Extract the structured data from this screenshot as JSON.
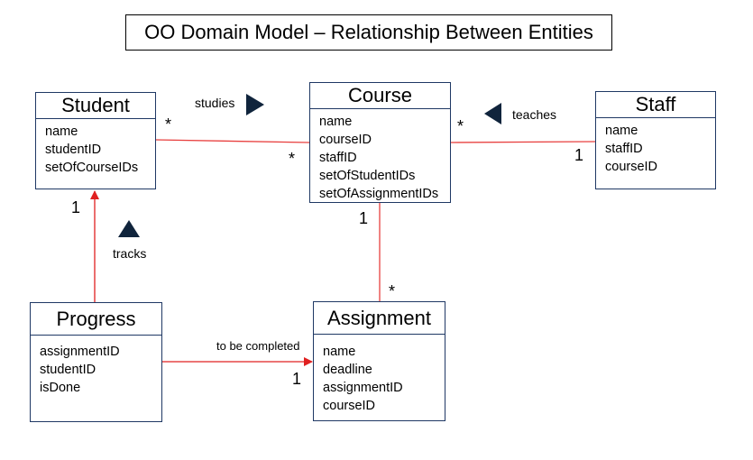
{
  "title": "OO Domain Model – Relationship Between Entities",
  "classes": {
    "student": {
      "name": "Student",
      "attributes": [
        "name",
        "studentID",
        "setOfCourseIDs"
      ]
    },
    "course": {
      "name": "Course",
      "attributes": [
        "name",
        "courseID",
        "staffID",
        "setOfStudentIDs",
        "setOfAssignmentIDs"
      ]
    },
    "staff": {
      "name": "Staff",
      "attributes": [
        "name",
        "staffID",
        "courseID"
      ]
    },
    "progress": {
      "name": "Progress",
      "attributes": [
        "assignmentID",
        "studentID",
        "isDone"
      ]
    },
    "assignment": {
      "name": "Assignment",
      "attributes": [
        "name",
        "deadline",
        "assignmentID",
        "courseID"
      ]
    }
  },
  "relationships": {
    "studies": {
      "label": "studies",
      "student_mult": "*",
      "course_mult": "*"
    },
    "teaches": {
      "label": "teaches",
      "course_mult": "*",
      "staff_mult": "1"
    },
    "course_assignment": {
      "course_mult": "1",
      "assignment_mult": "*"
    },
    "tracks": {
      "label": "tracks",
      "student_mult": "1"
    },
    "to_be_completed": {
      "label": "to be completed",
      "assignment_mult": "1"
    }
  },
  "colors": {
    "line": "#e8403f",
    "border": "#1f3864",
    "arrow_fill": "#10243c"
  }
}
